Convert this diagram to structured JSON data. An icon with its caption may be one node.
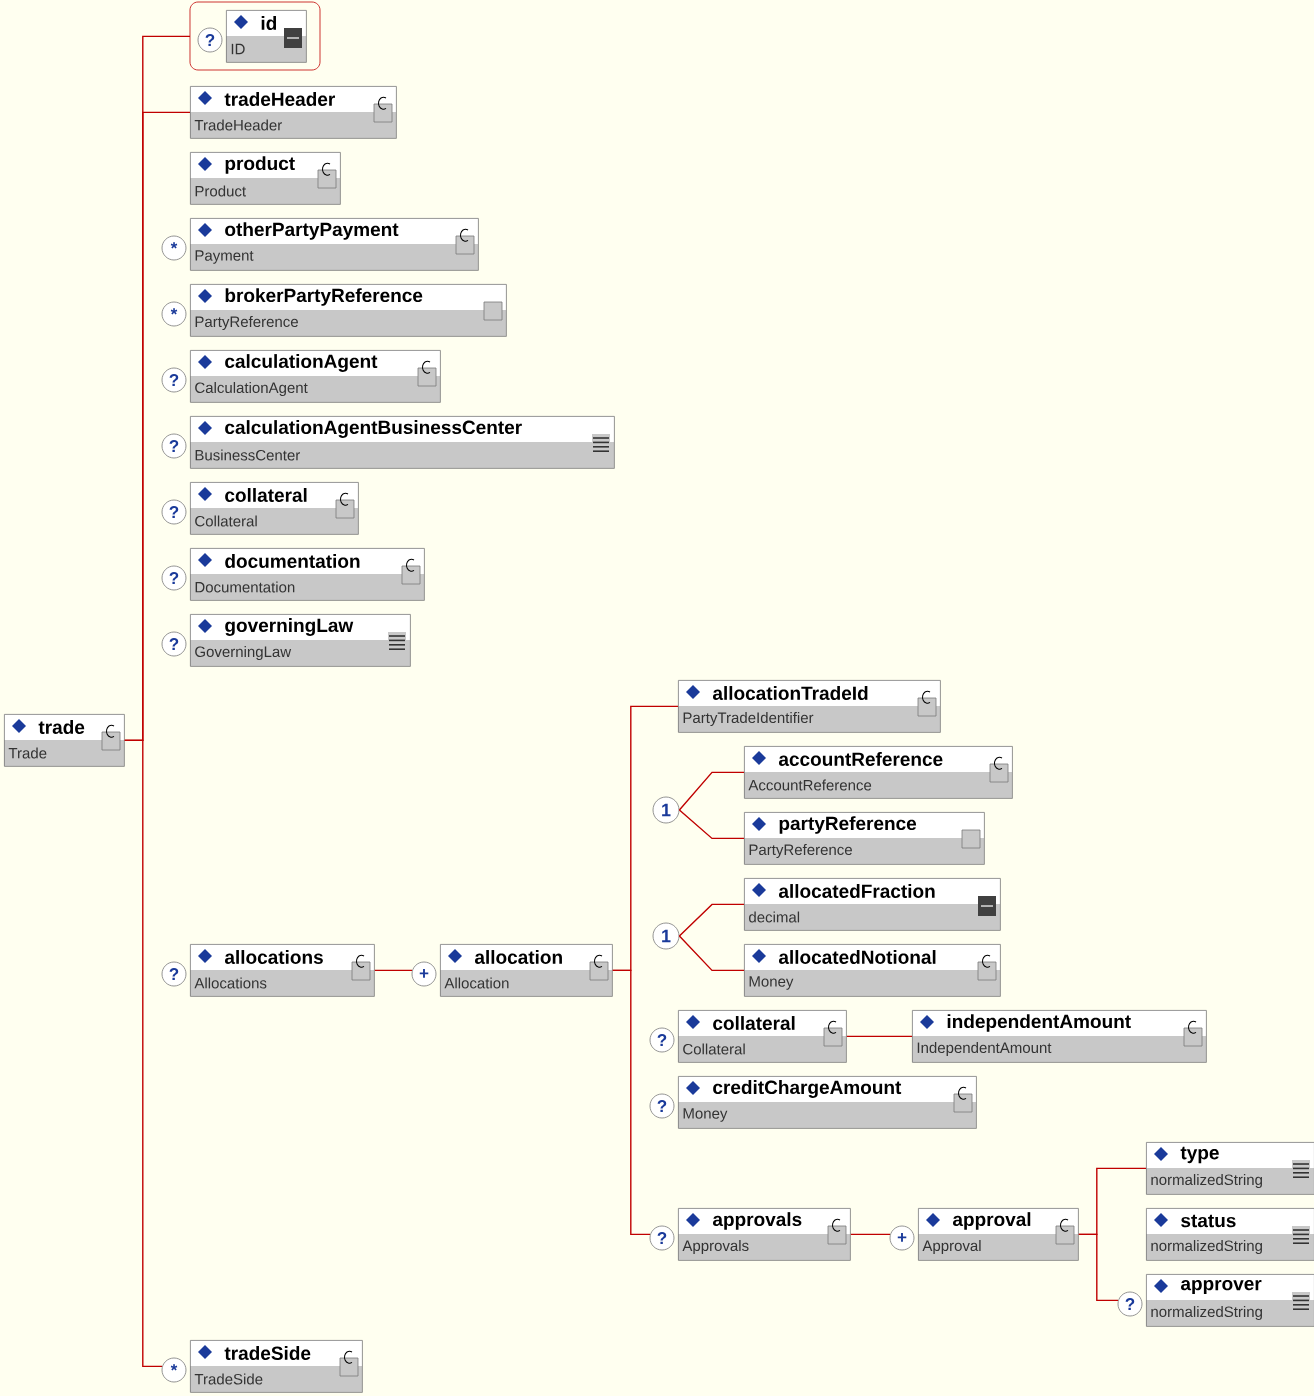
{
  "diagram": {
    "nodes": [
      {
        "text": [
          "trade",
          "Trade"
        ]
      },
      {
        "text": [
          "id",
          "ID"
        ],
        "beside": [
          "?"
        ]
      },
      {
        "text": [
          "tradeHeader",
          "TradeHeader"
        ]
      },
      {
        "text": [
          "product",
          "Product"
        ]
      },
      {
        "text": [
          "otherPartyPayment",
          "Payment"
        ],
        "beside": [
          "*"
        ]
      },
      {
        "text": [
          "brokerPartyReference",
          "PartyReference"
        ],
        "beside": [
          "*"
        ]
      },
      {
        "text": [
          "calculationAgent",
          "CalculationAgent"
        ],
        "beside": [
          "?"
        ]
      },
      {
        "text": [
          "calculationAgentBusinessCenter",
          "BusinessCenter"
        ],
        "beside": [
          "?"
        ]
      },
      {
        "text": [
          "collateral",
          "Collateral"
        ],
        "beside": [
          "?"
        ]
      },
      {
        "text": [
          "documentation",
          "Documentation"
        ],
        "beside": [
          "?"
        ]
      },
      {
        "text": [
          "governingLaw",
          "GoverningLaw"
        ],
        "beside": [
          "?"
        ]
      },
      {
        "text": [
          "allocations",
          "Allocations"
        ],
        "beside": [
          "?"
        ]
      },
      {
        "text": [
          "allocation",
          "Allocation"
        ],
        "beside": [
          "+"
        ]
      },
      {
        "text": [
          "allocationTradeId",
          "PartyTradeIdentifier"
        ]
      },
      {
        "text": [
          "1"
        ]
      },
      {
        "text": [
          "accountReference",
          "AccountReference"
        ]
      },
      {
        "text": [
          "partyReference",
          "PartyReference"
        ]
      },
      {
        "text": [
          "1"
        ]
      },
      {
        "text": [
          "allocatedFraction",
          "decimal"
        ]
      },
      {
        "text": [
          "allocatedNotional",
          "Money"
        ]
      },
      {
        "text": [
          "collateral",
          "Collateral"
        ],
        "beside": [
          "?"
        ]
      },
      {
        "text": [
          "independentAmount",
          "IndependentAmount"
        ]
      },
      {
        "text": [
          "creditChargeAmount",
          "Money"
        ],
        "beside": [
          "?"
        ]
      },
      {
        "text": [
          "approvals",
          "Approvals"
        ],
        "beside": [
          "?"
        ]
      },
      {
        "text": [
          "approval",
          "Approval"
        ],
        "beside": [
          "+"
        ]
      },
      {
        "text": [
          "type",
          "normalizedString"
        ]
      },
      {
        "text": [
          "status",
          "normalizedString"
        ]
      },
      {
        "text": [
          "approver",
          "normalizedString"
        ],
        "beside": [
          "?"
        ]
      },
      {
        "text": [
          "tradeSide",
          "TradeSide"
        ],
        "beside": [
          "*"
        ]
      }
    ],
    "edges": [
      {
        "from": 0,
        "to": 1,
        "arrow": "none"
      },
      {
        "from": 0,
        "to": 2,
        "arrow": "none"
      },
      {
        "from": 0,
        "to": 28,
        "arrow": "none"
      },
      {
        "from": 11,
        "to": 12,
        "arrow": "none"
      },
      {
        "from": 12,
        "to": 13,
        "arrow": "none"
      },
      {
        "from": 12,
        "to": 23,
        "arrow": "none"
      },
      {
        "from": 14,
        "to": 15,
        "arrow": "none"
      },
      {
        "from": 14,
        "to": 16,
        "arrow": "none"
      },
      {
        "from": 17,
        "to": 18,
        "arrow": "none"
      },
      {
        "from": 17,
        "to": 19,
        "arrow": "none"
      },
      {
        "from": 20,
        "to": 21,
        "arrow": "none"
      },
      {
        "from": 23,
        "to": 24,
        "arrow": "none"
      },
      {
        "from": 24,
        "to": 25,
        "arrow": "none"
      },
      {
        "from": 24,
        "to": 27,
        "arrow": "none"
      }
    ]
  }
}
